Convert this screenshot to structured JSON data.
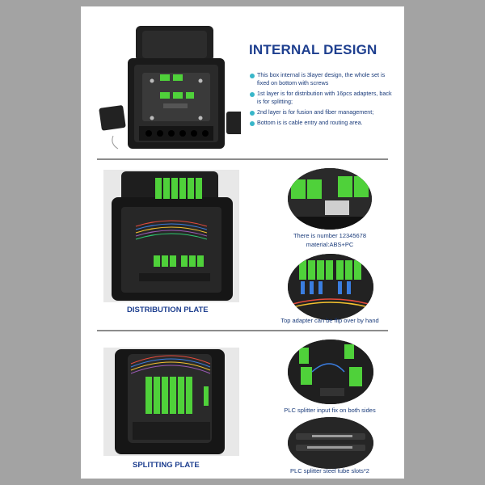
{
  "header": {
    "title": "INTERNAL DESIGN",
    "bullets": [
      "This box internal is 3layer design, the whole set is fixed on bottom with screws",
      "1st layer is for distribution with 16pcs adapters, back is for splitting;",
      "2nd layer is for fusion and fiber management;",
      "Bottom is is cable entry and routing area."
    ]
  },
  "distribution": {
    "label": "DISTRIBUTION PLATE",
    "caption_top_1": "There is number 12345678",
    "caption_top_2": "material:ABS+PC",
    "caption_bottom": "Top adapter can be flip over by hand"
  },
  "splitting": {
    "label": "SPLITTING PLATE",
    "caption_top": "PLC splitter input fix on both sides",
    "caption_bottom": "PLC splitter steel tube slots*2"
  },
  "colors": {
    "accent_title": "#1e3f8f",
    "bullet": "#38b6c9",
    "adapter_green": "#4fd13a",
    "box_black": "#1c1c1c"
  }
}
